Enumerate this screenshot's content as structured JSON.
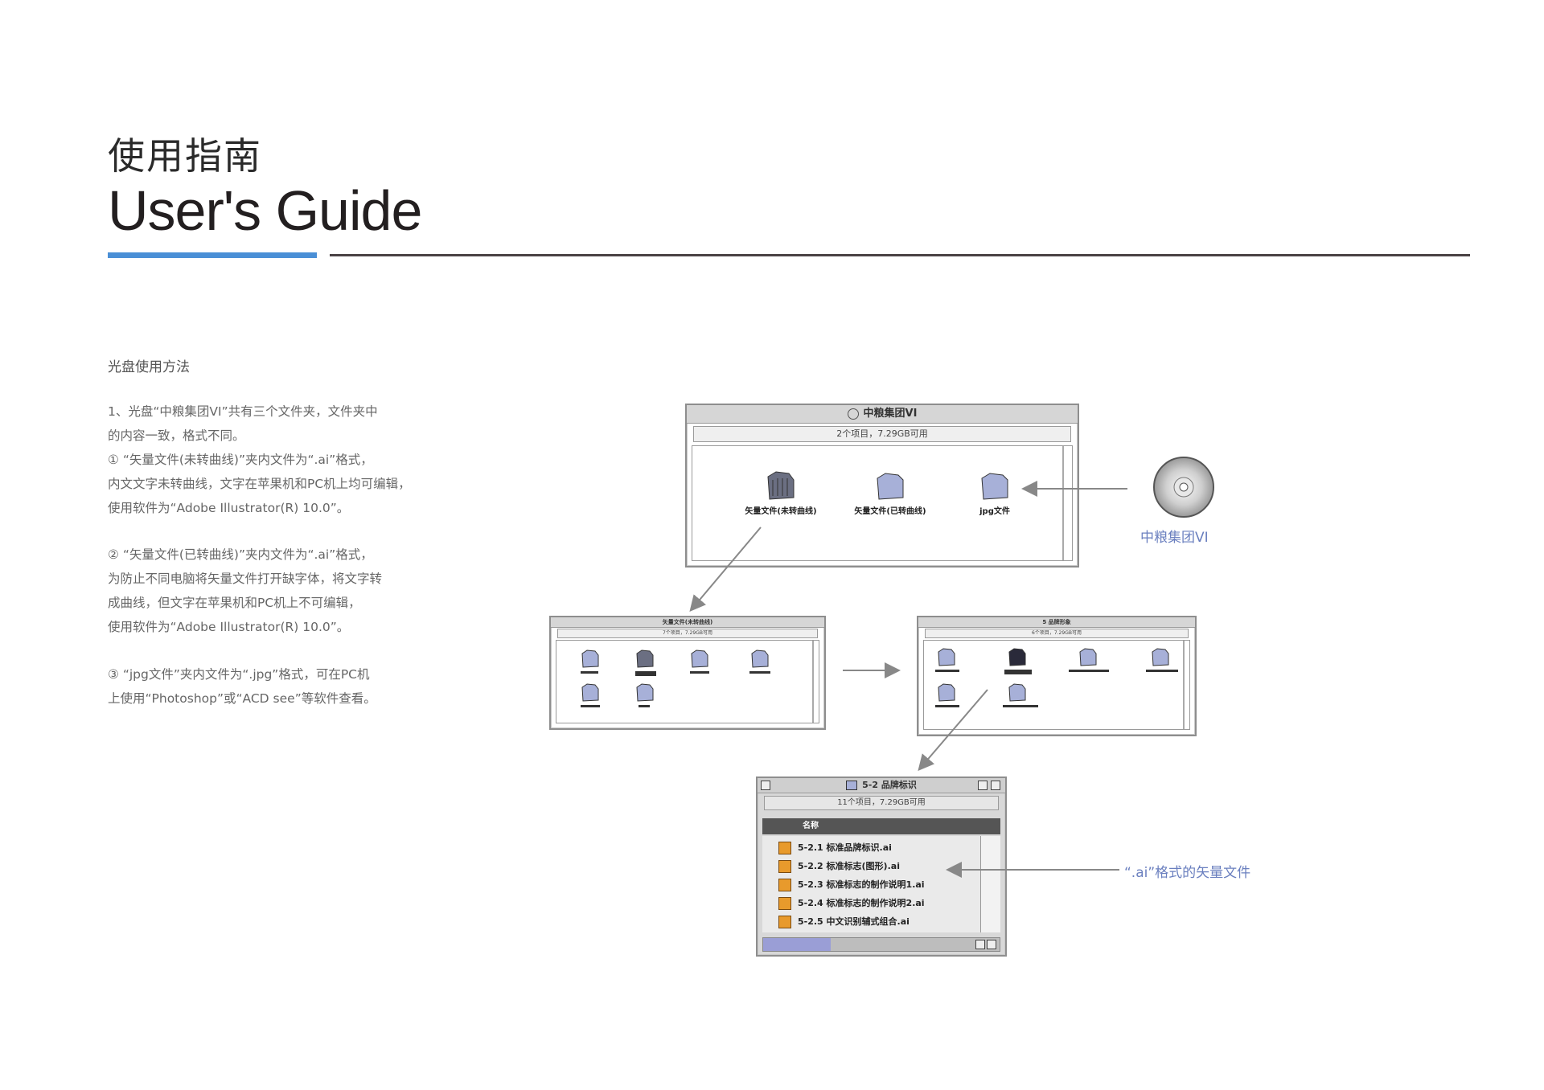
{
  "header": {
    "title_cn": "使用指南",
    "title_en": "User's Guide"
  },
  "section": {
    "heading": "光盘使用方法",
    "para1": [
      "1、光盘“中粮集团VI”共有三个文件夹，文件夹中",
      "的内容一致，格式不同。",
      "① “矢量文件(未转曲线)”夹内文件为“.ai”格式，",
      "内文文字未转曲线，文字在苹果机和PC机上均可编辑，",
      "使用软件为“Adobe Illustrator(R) 10.0”。"
    ],
    "para2": [
      "② “矢量文件(已转曲线)”夹内文件为“.ai”格式，",
      "为防止不同电脑将矢量文件打开缺字体，将文字转",
      "成曲线，但文字在苹果机和PC机上不可编辑，",
      "使用软件为“Adobe Illustrator(R) 10.0”。"
    ],
    "para3": [
      "③ “jpg文件”夹内文件为“.jpg”格式，可在PC机",
      "上使用“Photoshop”或“ACD see”等软件查看。"
    ]
  },
  "cd": {
    "label": "中粮集团VI",
    "icon": "cd-disc-icon"
  },
  "window_main": {
    "title": "中粮集团VI",
    "status": "2个项目，7.29GB可用",
    "folders": [
      "矢量文件(未转曲线)",
      "矢量文件(已转曲线)",
      "jpg文件"
    ]
  },
  "window_left": {
    "title": "矢量文件(未转曲线)",
    "status": "7个项目，7.29GB可用"
  },
  "window_right": {
    "title": "5 品牌形象",
    "status": "6个项目，7.29GB可用"
  },
  "window_bottom": {
    "title": "5-2 品牌标识",
    "status": "11个项目，7.29GB可用",
    "column": "名称",
    "files": [
      "5-2.1 标准品牌标识.ai",
      "5-2.2 标准标志(图形).ai",
      "5-2.3 标准标志的制作说明1.ai",
      "5-2.4 标准标志的制作说明2.ai",
      "5-2.5 中文识别辅式组合.ai"
    ]
  },
  "callout": {
    "text": "“.ai”格式的矢量文件"
  },
  "colors": {
    "accent_blue": "#4a8fd6",
    "rule_gray": "#4a4244",
    "callout": "#6a7fbf"
  }
}
